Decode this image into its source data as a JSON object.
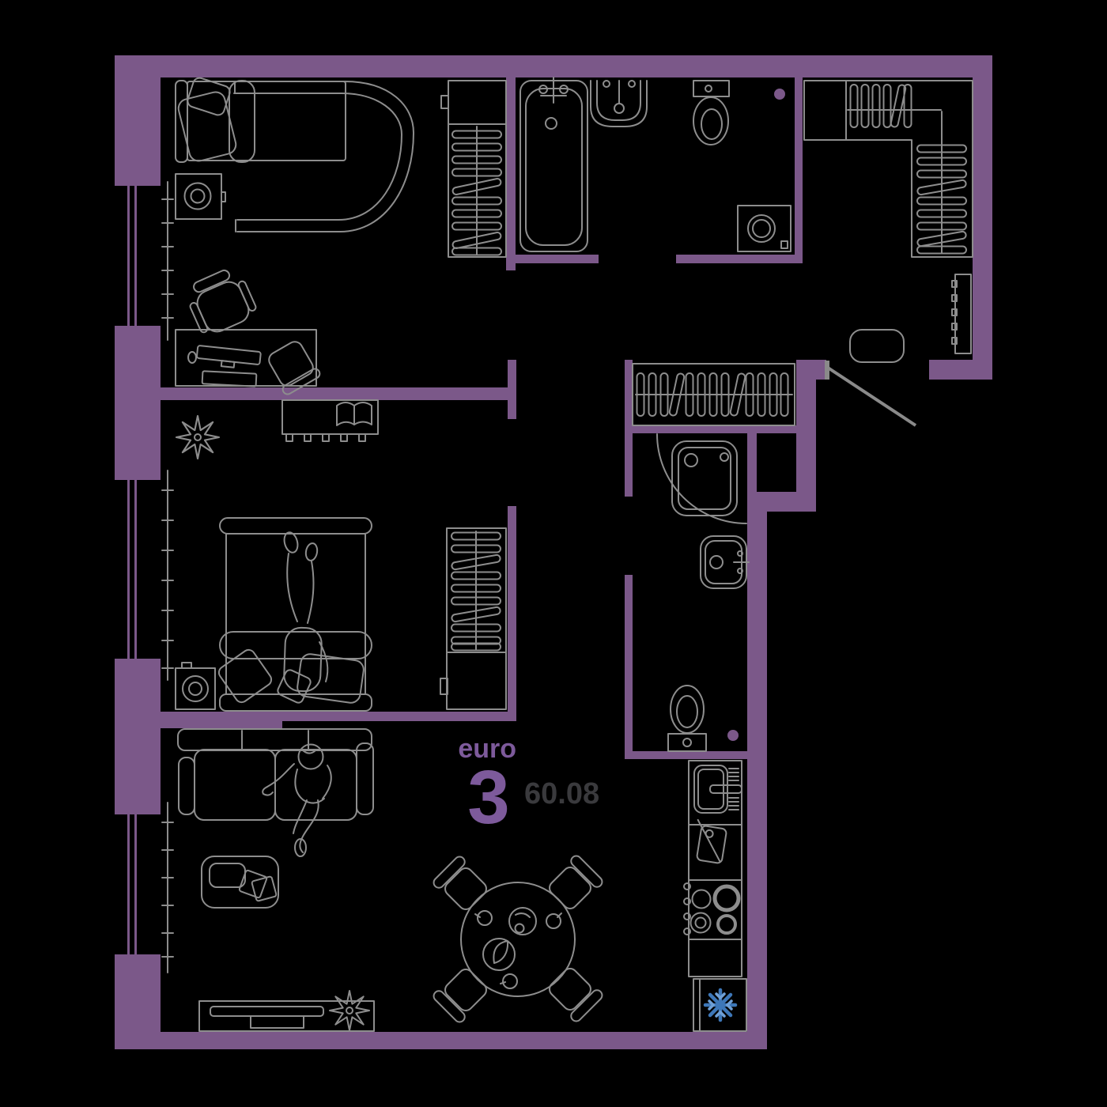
{
  "plan": {
    "type_label": "euro",
    "rooms_count": "3",
    "area_value": "60.08"
  },
  "colors": {
    "background": "#000000",
    "wall": "#7b5889",
    "furniture_line": "#8d8d8d",
    "door_line": "#8a8a8a",
    "accent_text": "#7d5a9b",
    "area_text": "#3a3a3d",
    "snowflake_main": "#3d77b8",
    "snowflake_branch": "#6fa0d6"
  }
}
